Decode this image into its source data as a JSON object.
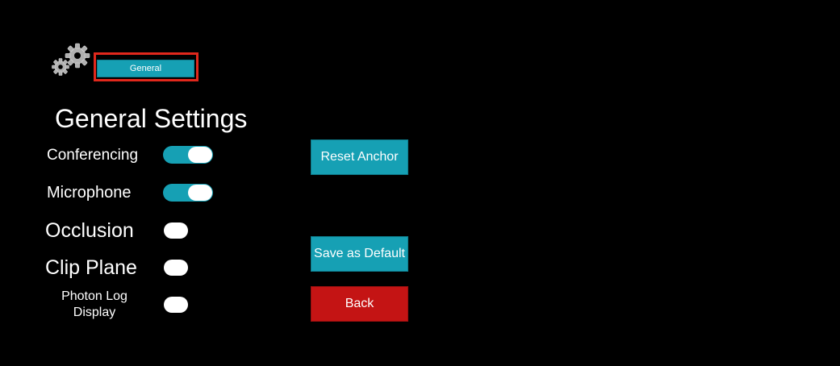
{
  "icon": "gear-icon",
  "colors": {
    "background": "#000000",
    "accent": "#16a0b4",
    "highlight": "#e0281c",
    "danger": "#c41414",
    "text": "#ffffff"
  },
  "tab": {
    "label": "General"
  },
  "title": "General Settings",
  "settings": [
    {
      "label": "Conferencing",
      "state": "on"
    },
    {
      "label": "Microphone",
      "state": "on"
    },
    {
      "label": "Occlusion",
      "state": "off"
    },
    {
      "label": "Clip Plane",
      "state": "off"
    },
    {
      "label": "Photon Log Display",
      "state": "off"
    }
  ],
  "buttons": {
    "reset_anchor": "Reset Anchor",
    "save_default": "Save as Default",
    "back": "Back"
  }
}
